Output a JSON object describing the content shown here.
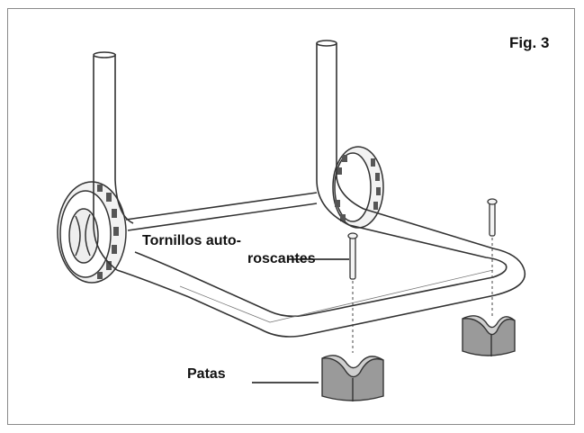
{
  "figure": {
    "label": "Fig. 3"
  },
  "callouts": {
    "screws": {
      "line1": "Tornillos auto-",
      "line2": "roscantes"
    },
    "legs": "Patas"
  }
}
